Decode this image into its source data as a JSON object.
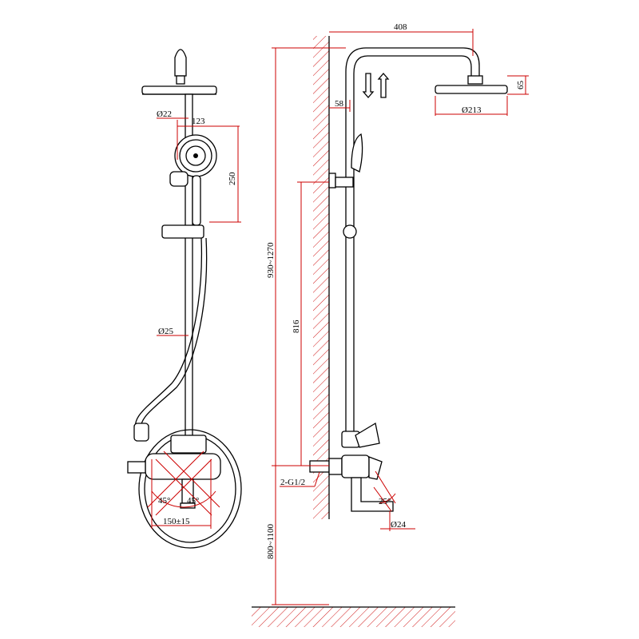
{
  "drawing": {
    "left_view": {
      "labels": {
        "pipe_dia_top": "Ø22",
        "hand_shower_width": "123",
        "hand_shower_height": "250",
        "pipe_dia_main": "Ø25",
        "angle_left": "45°",
        "angle_right": "45°",
        "inlet_spacing": "150±15"
      }
    },
    "right_view": {
      "labels": {
        "arm_length": "408",
        "head_height": "65",
        "head_diameter": "Ø213",
        "wall_offset": "58",
        "height_range_upper": "930~1270",
        "slide_bar_length": "816",
        "inlet_thread": "2-G1/2",
        "spout_angle": "25°",
        "spout_diameter": "Ø24",
        "height_range_lower": "800~1100"
      }
    },
    "colors": {
      "line": "#000000",
      "dimension": "#cc0000"
    }
  }
}
